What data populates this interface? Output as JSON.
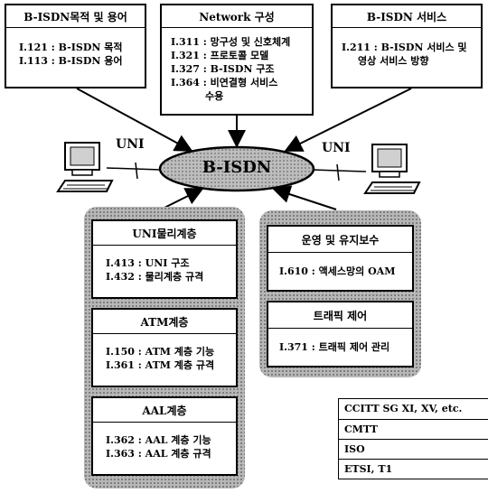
{
  "top_boxes": {
    "purpose": {
      "title": "B-ISDN목적 및 용어",
      "lines": [
        "I.121 : B-ISDN 목적",
        "I.113 : B-ISDN 용어"
      ]
    },
    "network": {
      "title": "Network 구성",
      "lines": [
        "I.311 : 망구성 및 신호체계",
        "I.321 : 프로토콜 모델",
        "I.327 : B-ISDN 구조",
        "I.364 : 비연결형 서비스",
        "수용"
      ]
    },
    "service": {
      "title": "B-ISDN 서비스",
      "lines": [
        "I.211 : B-ISDN 서비스 및",
        "영상 서비스 방향"
      ]
    }
  },
  "center": {
    "label": "B-ISDN"
  },
  "uni_labels": {
    "left": "UNI",
    "right": "UNI"
  },
  "left_group": {
    "physical": {
      "title": "UNI물리계층",
      "lines": [
        "I.413 : UNI 구조",
        "I.432 : 물리계층 규격"
      ]
    },
    "atm": {
      "title": "ATM계층",
      "lines": [
        "I.150 : ATM 계층 기능",
        "I.361 : ATM 계층 규격"
      ]
    },
    "aal": {
      "title": "AAL계층",
      "lines": [
        "I.362 : AAL 계층 기능",
        "I.363 : AAL 계층 규격"
      ]
    }
  },
  "right_group": {
    "oam": {
      "title": "운영 및 유지보수",
      "lines": [
        "I.610 : 액세스망의 OAM"
      ]
    },
    "traffic": {
      "title": "트래픽 제어",
      "lines": [
        "I.371 : 트래픽 제어 관리"
      ]
    }
  },
  "references": [
    "CCITT SG XI, XV, etc.",
    "CMTT",
    "ISO",
    "ETSI, T1"
  ]
}
